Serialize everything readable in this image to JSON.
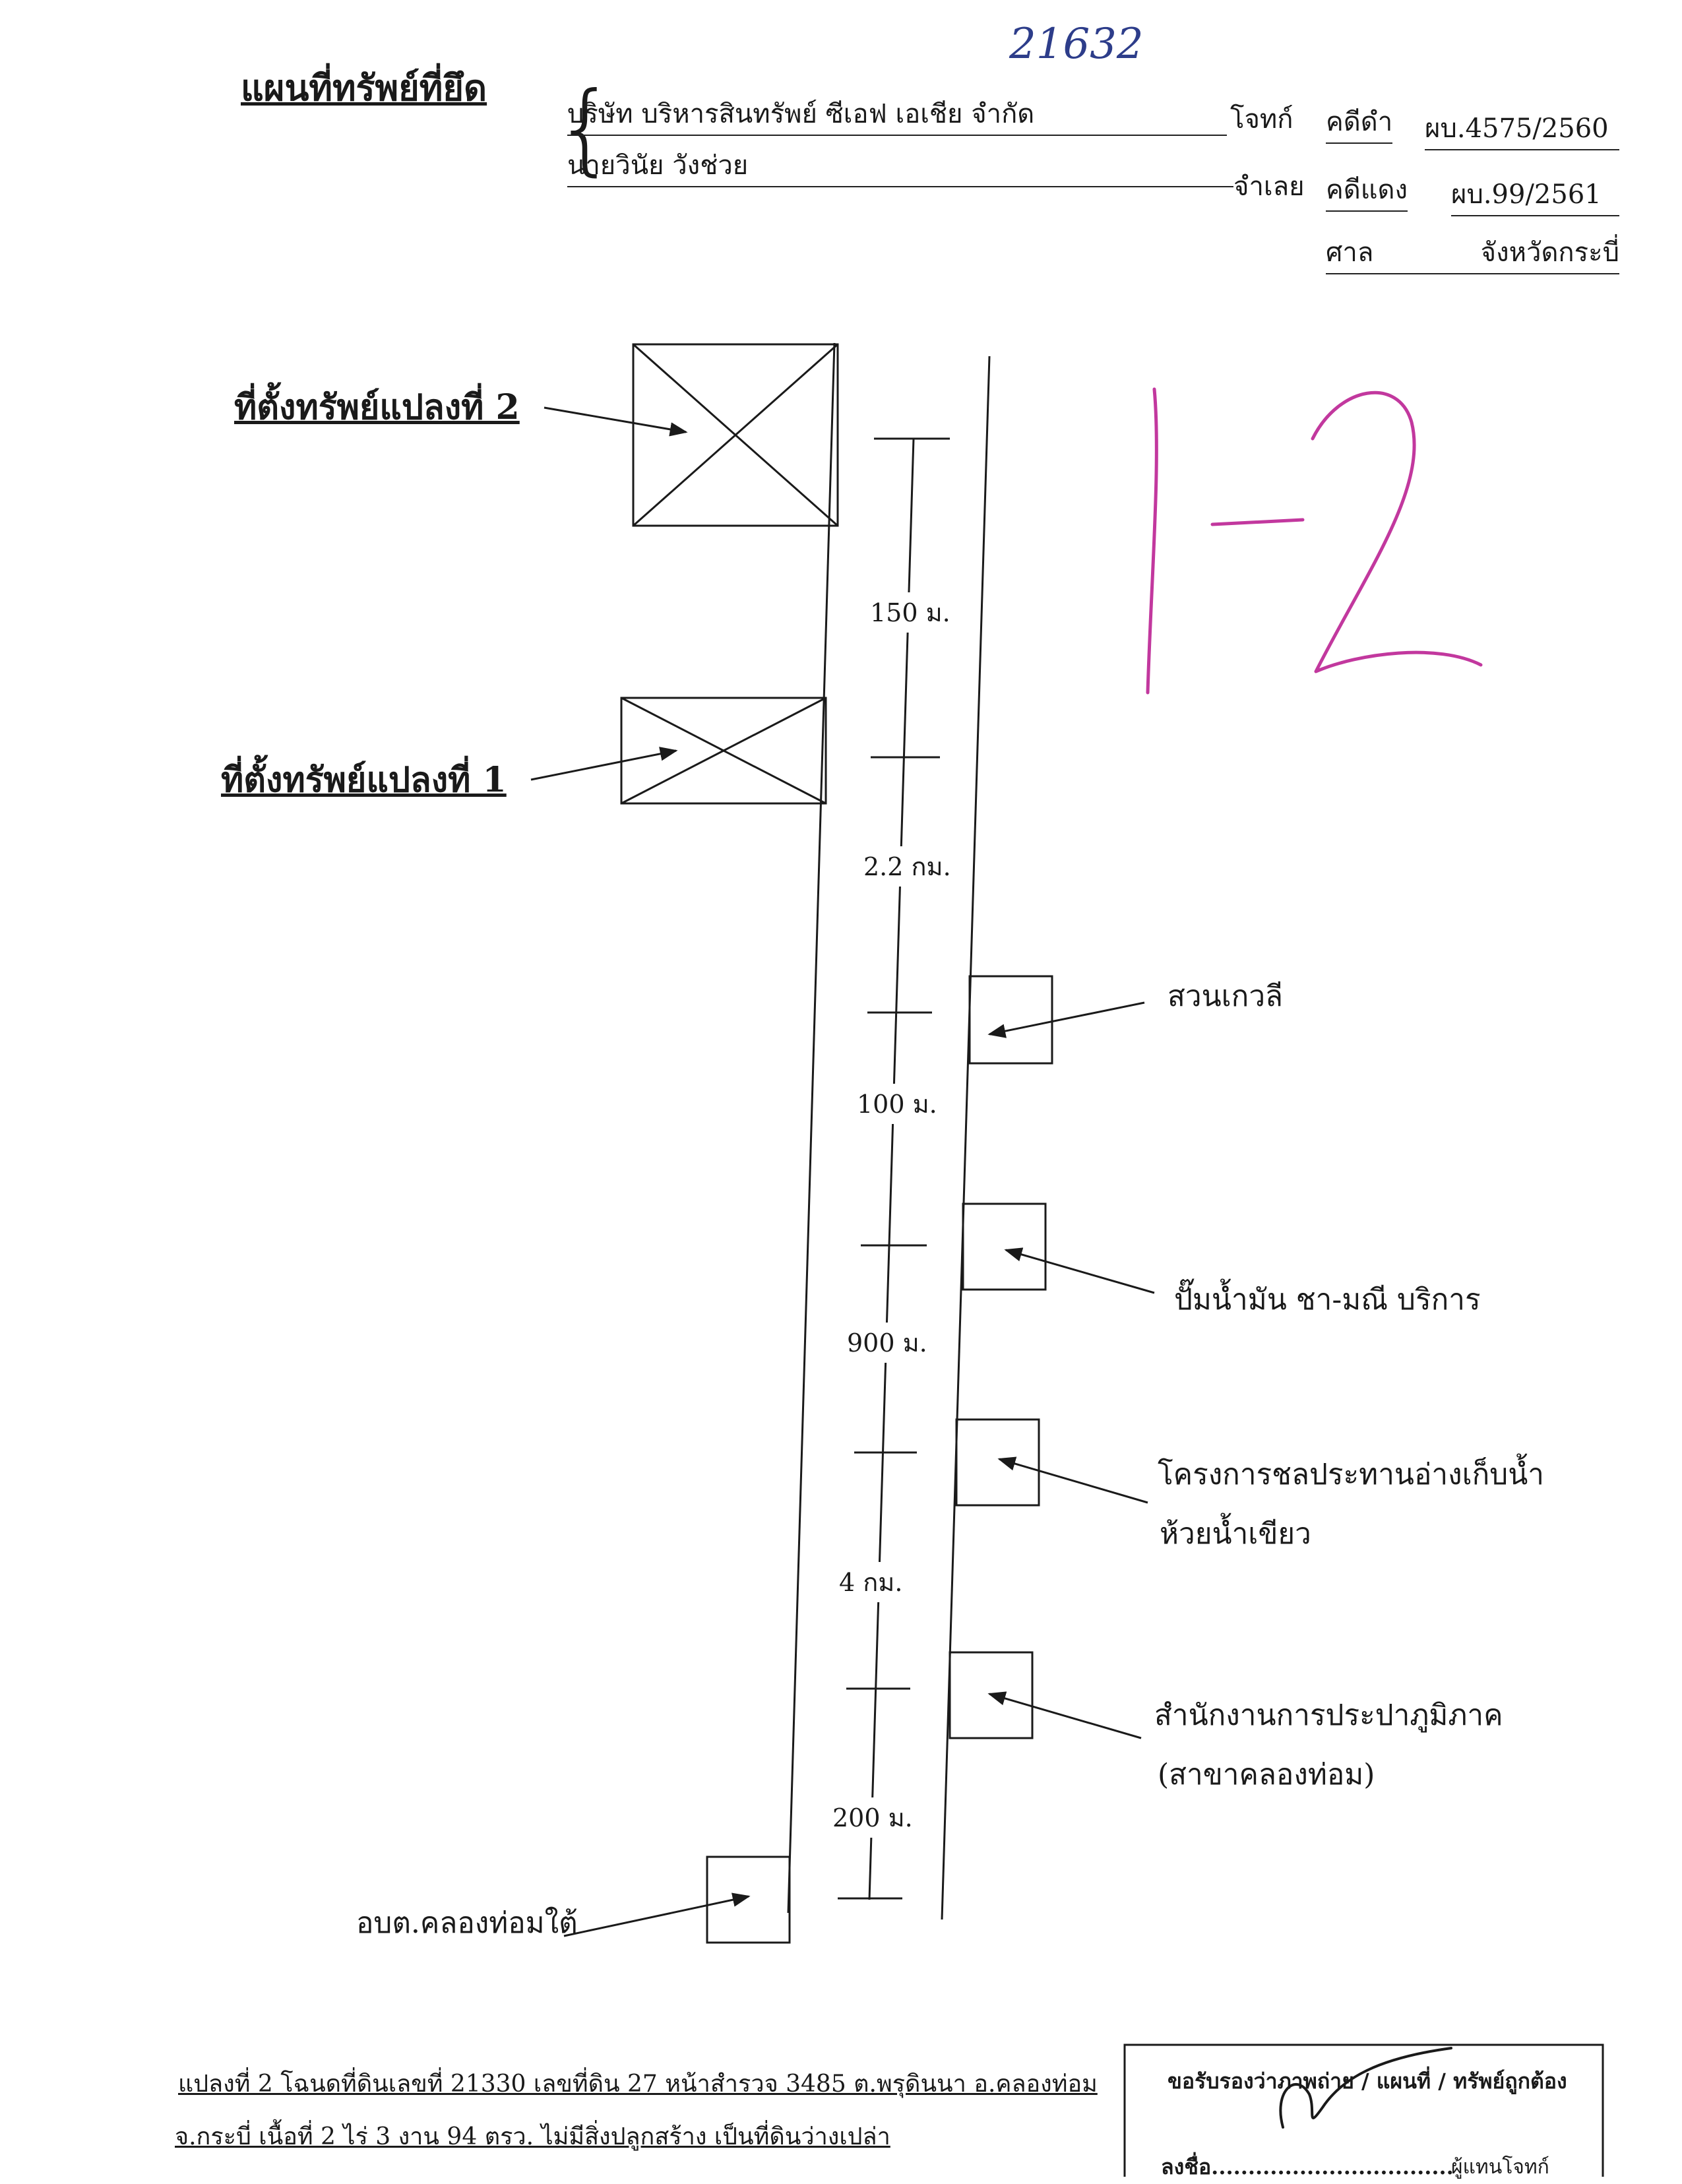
{
  "header": {
    "title": "แผนที่ทรัพย์ที่ยึด",
    "handwritten_number": "21632",
    "plaintiff_name": "บริษัท บริหารสินทรัพย์ ซีเอฟ เอเชีย จำกัด",
    "plaintiff_role": "โจทก์",
    "defendant_name": "นายวินัย   วังช่วย",
    "defendant_role": "จำเลย",
    "black_case_label": "คดีดำ",
    "black_case_no": "ผบ.4575/2560",
    "red_case_label": "คดีแดง",
    "red_case_no": "ผบ.99/2561",
    "court_label": "ศาล",
    "court_name": "จังหวัดกระบี่"
  },
  "annotation": {
    "magenta_mark": "1-2"
  },
  "map": {
    "plot2_label": "ที่ตั้งทรัพย์แปลงที่ 2",
    "plot1_label": "ที่ตั้งทรัพย์แปลงที่ 1",
    "distances": [
      "150 ม.",
      "2.2 กม.",
      "100 ม.",
      "900 ม.",
      "4 กม.",
      "200 ม."
    ],
    "landmarks": {
      "longan_orchard": "สวนเกวลี",
      "gas_station": "ปั๊มน้ำมัน ชา-มณี บริการ",
      "irrigation_line1": "โครงการชลประทานอ่างเก็บน้ำ",
      "irrigation_line2": "ห้วยน้ำเขียว",
      "waterworks_line1": "สำนักงานการประปาภูมิภาค",
      "waterworks_line2": "(สาขาคลองท่อม)",
      "sao_office": "อบต.คลองท่อมใต้"
    }
  },
  "footer": {
    "line1": "แปลงที่ 2 โฉนดที่ดินเลขที่ 21330 เลขที่ดิน 27 หน้าสำรวจ 3485 ต.พรุดินนา อ.คลองท่อม",
    "line2": "จ.กระบี่ เนื้อที่ 2 ไร่ 3 งาน 94  ตรว.  ไม่มีสิ่งปลูกสร้าง เป็นที่ดินว่างเปล่า",
    "certify_text": "ขอรับรองว่าภาพถ่าย / แผนที่ / ทรัพย์ถูกต้อง",
    "sign_label": "ลงชื่อ.................................",
    "signer_role": "ผู้แทนโจทก์"
  }
}
